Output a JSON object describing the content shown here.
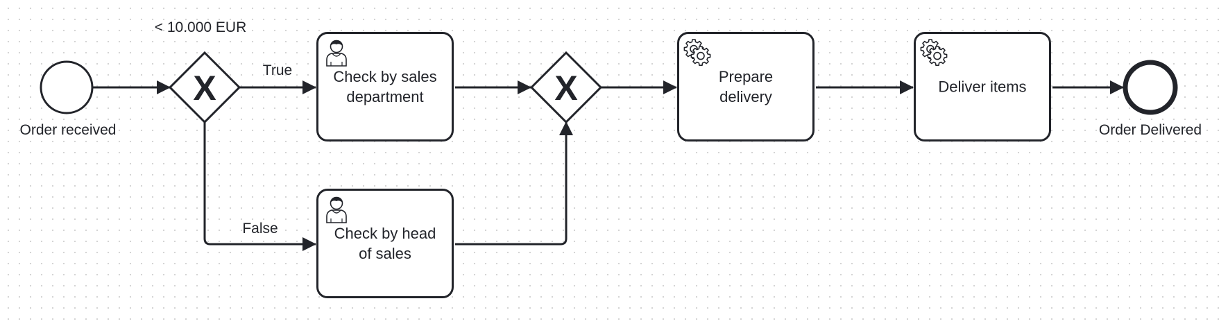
{
  "events": {
    "start": {
      "label": "Order received"
    },
    "end": {
      "label": "Order Delivered"
    }
  },
  "gateways": {
    "split": {
      "marker": "X",
      "annotation": "< 10.000 EUR"
    },
    "join": {
      "marker": "X"
    }
  },
  "flows": {
    "true_label": "True",
    "false_label": "False"
  },
  "tasks": [
    {
      "id": "sales-check",
      "label": "Check by sales\ndepartment",
      "type": "user",
      "icon": "user-icon"
    },
    {
      "id": "head-check",
      "label": "Check by head\nof sales",
      "type": "user",
      "icon": "user-icon"
    },
    {
      "id": "prepare",
      "label": "Prepare\ndelivery",
      "type": "service",
      "icon": "gear-icon"
    },
    {
      "id": "deliver",
      "label": "Deliver items",
      "type": "service",
      "icon": "gear-icon"
    }
  ],
  "colors": {
    "stroke": "#22242a",
    "grid_dot": "#d4d4d4",
    "background": "#ffffff"
  }
}
